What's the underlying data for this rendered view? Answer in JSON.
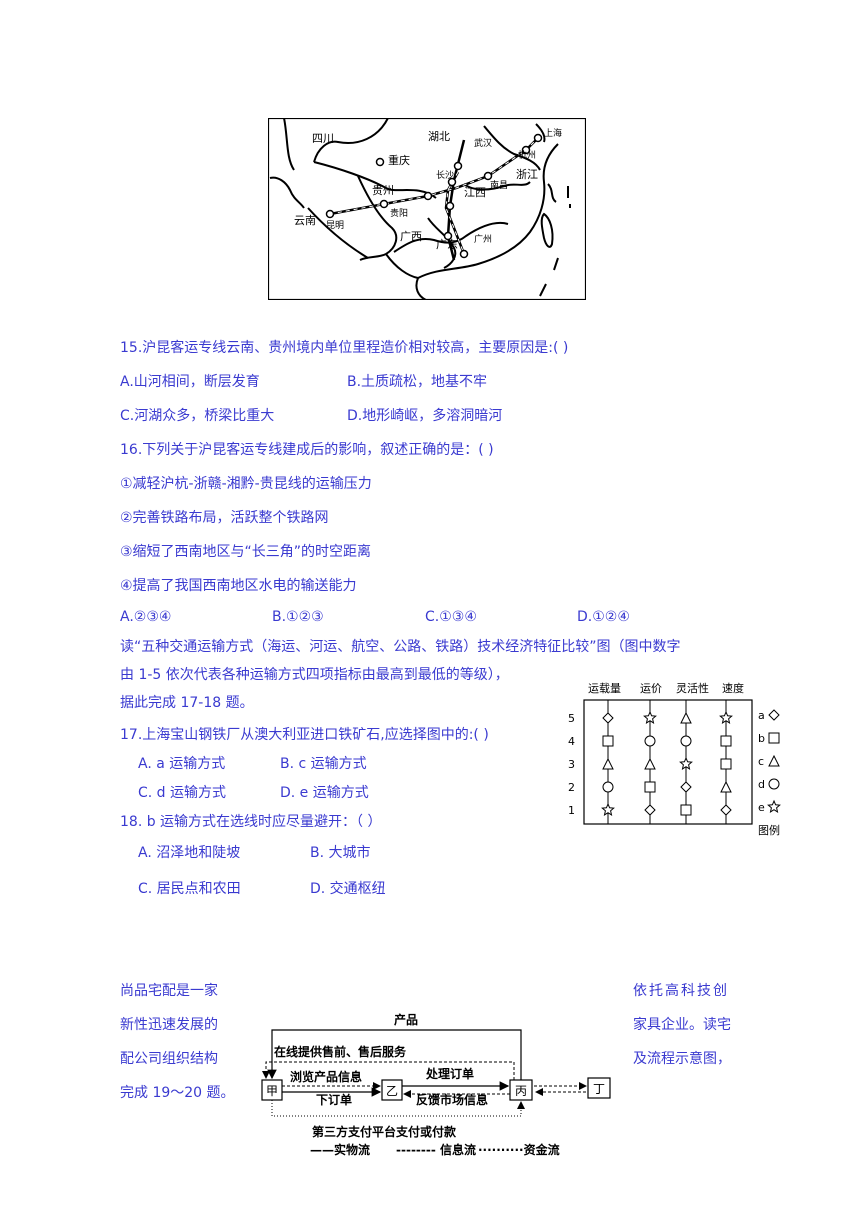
{
  "map": {
    "labels": {
      "sichuan": "四川",
      "hubei": "湖北",
      "wuhan": "武汉",
      "shanghai": "上海",
      "chongqing": "重庆",
      "hangzhou": "杭州",
      "changsha": "长沙",
      "zhejiang": "浙江",
      "guizhou": "贵州",
      "jiangxi": "江西",
      "nanchang": "南昌",
      "guiyang": "贵阳",
      "yunnan": "云南",
      "kunming": "昆明",
      "guangxi": "广西",
      "guangdong": "广东",
      "guangzhou": "广州"
    }
  },
  "q15": {
    "stem": "15.沪昆客运专线云南、贵州境内单位里程造价相对较高，主要原因是:(      )",
    "a": "A.山河相间，断层发育",
    "b": "B.土质疏松，地基不牢",
    "c": "C.河湖众多，桥梁比重大",
    "d": "D.地形崎岖，多溶洞暗河"
  },
  "q16": {
    "stem": "16.下列关于沪昆客运专线建成后的影响，叙述正确的是：(      )",
    "s1": "①减轻沪杭-浙赣-湘黔-贵昆线的运输压力",
    "s2": "②完善铁路布局，活跃整个铁路网",
    "s3": "③缩短了西南地区与“长三角”的时空距离",
    "s4": "④提高了我国西南地区水电的输送能力",
    "a": "A.②③④",
    "b": "B.①②③",
    "c": "C.①③④",
    "d": "D.①②④"
  },
  "intro17": {
    "line1": "读“五种交通运输方式（海运、河运、航空、公路、铁路）技术经济特征比较”图（图中数字",
    "line2": "由 1-5 依次代表各种运输方式四项指标由最高到最低的等级），",
    "line3": "据此完成 17-18 题。"
  },
  "q17": {
    "stem": "17.上海宝山钢铁厂从澳大利亚进口铁矿石,应选择图中的:(      )",
    "a": "A. a 运输方式",
    "b": "B. c 运输方式",
    "c": "C. d 运输方式",
    "d": "D. e 运输方式"
  },
  "q18": {
    "stem": "18. b 运输方式在选线时应尽量避开：（    ）",
    "a": "A. 沼泽地和陡坡",
    "b": "B. 大城市",
    "c": "C. 居民点和农田",
    "d": "D. 交通枢纽"
  },
  "chart": {
    "columns": [
      "运载量",
      "运价",
      "灵活性",
      "速度"
    ],
    "levels": [
      "5",
      "4",
      "3",
      "2",
      "1"
    ],
    "legend_title": "图例",
    "legend": [
      {
        "key": "a",
        "symbol": "diamond"
      },
      {
        "key": "b",
        "symbol": "square"
      },
      {
        "key": "c",
        "symbol": "triangle"
      },
      {
        "key": "d",
        "symbol": "circle"
      },
      {
        "key": "e",
        "symbol": "star"
      }
    ]
  },
  "intro19": {
    "l1": "尚品宅配是一家",
    "l2": "新性迅速发展的",
    "l3": "配公司组织结构",
    "l4": "完成 19～20 题。",
    "r1": "依托高科技创",
    "r2": "家具企业。读宅",
    "r3": "及流程示意图，"
  },
  "flow": {
    "product": "产品",
    "online_service": "在线提供售前、售后服务",
    "browse": "浏览产品信息",
    "process_order": "处理订单",
    "order": "下订单",
    "feedback": "反馈市场信息",
    "payment": "第三方支付平台支付或付款",
    "jia": "甲",
    "yi": "乙",
    "bing": "丙",
    "ding": "丁",
    "legend_material": "——实物流",
    "legend_info": "-------- 信息流",
    "legend_money": "··········资金流"
  }
}
